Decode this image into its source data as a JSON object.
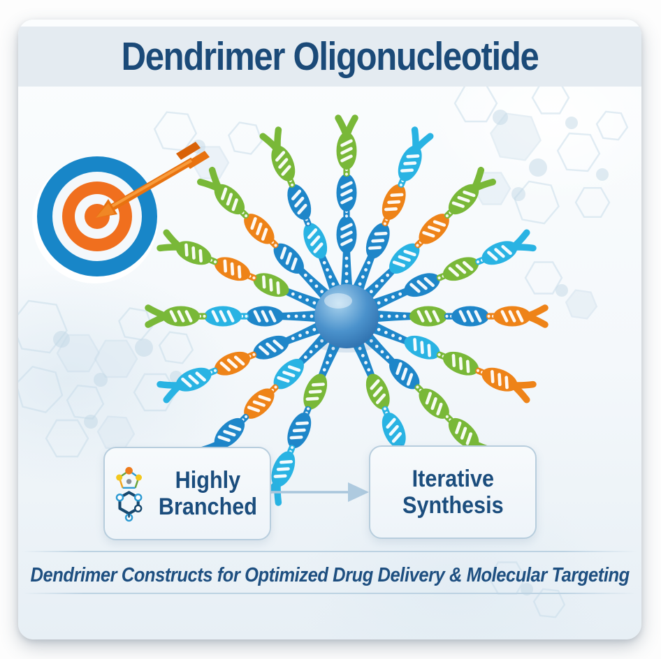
{
  "title": "Dendrimer Oligonucleotide",
  "boxes": {
    "highly_branched": {
      "line1": "Highly",
      "line2": "Branched",
      "icon": "molecule-icon"
    },
    "iterative_synthesis": {
      "line1": "Iterative",
      "line2": "Synthesis"
    }
  },
  "tagline": "Dendrimer Constructs for Optimized Drug Delivery & Molecular Targeting",
  "icons": {
    "left_illustration": "target-bullseye-arrow-icon",
    "center_illustration": "dendrimer-dna-star-icon",
    "box1_icon": "branched-molecule-icon",
    "connector": "right-arrow-connector"
  },
  "colors": {
    "navy_text": "#1b4a78",
    "header_band": "#e4ebf1",
    "dna_blue": "#1e86c9",
    "dna_teal": "#29b3e3",
    "dna_green": "#79b838",
    "dna_orange": "#ee8318",
    "core_light": "#a9d3ee",
    "core_mid": "#4b92cc",
    "core_dark": "#2a6ba9",
    "target_blue": "#1886c8",
    "target_orange": "#f06f1e",
    "arrow_orange": "#e8720f",
    "box_border": "#b7cddd",
    "connector": "#a9c6dc",
    "bg_line": "#c9dcea"
  }
}
